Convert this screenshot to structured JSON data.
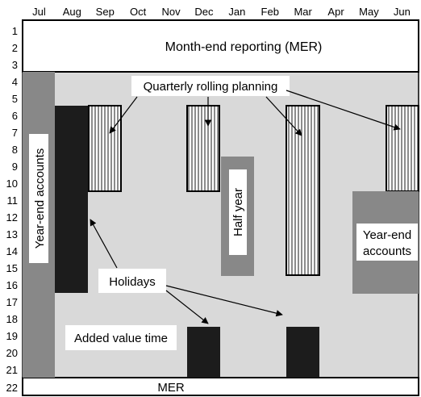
{
  "months": [
    "Jul",
    "Aug",
    "Sep",
    "Oct",
    "Nov",
    "Dec",
    "Jan",
    "Feb",
    "Mar",
    "Apr",
    "May",
    "Jun"
  ],
  "weeks": [
    "1",
    "2",
    "3",
    "4",
    "5",
    "6",
    "7",
    "8",
    "9",
    "10",
    "11",
    "12",
    "13",
    "14",
    "15",
    "16",
    "17",
    "18",
    "19",
    "20",
    "21",
    "22"
  ],
  "labels": {
    "mer_top": "Month-end reporting (MER)",
    "mer_bottom": "MER",
    "quarterly": "Quarterly rolling planning",
    "year_end_left": "Year-end accounts",
    "half_year": "Half year",
    "year_end_right_line1": "Year-end",
    "year_end_right_line2": "accounts",
    "holidays": "Holidays",
    "added_value": "Added value time"
  },
  "colors": {
    "background": "#d9d9d9",
    "dark_gray": "#888888",
    "holiday": "#1c1c1c",
    "border": "#000000"
  }
}
